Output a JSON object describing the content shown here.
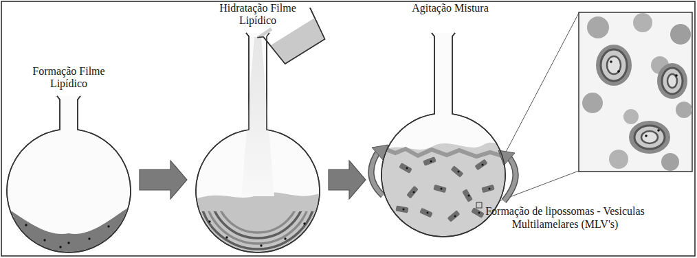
{
  "diagram": {
    "nodes": [
      {
        "text": [
          "Formação Filme Lipídico"
        ]
      },
      {
        "text": [
          "Hidratação Filme Lipídico"
        ]
      },
      {
        "text": [
          "Agitação Mistura"
        ]
      }
    ],
    "edges": [
      {
        "from": 0,
        "to": 1,
        "arrow": "to"
      },
      {
        "from": 1,
        "to": 2,
        "arrow": "to"
      }
    ],
    "labels": [
      "Formação de lipossomas - Vesiculas Multilamelares (MLV's)"
    ]
  }
}
